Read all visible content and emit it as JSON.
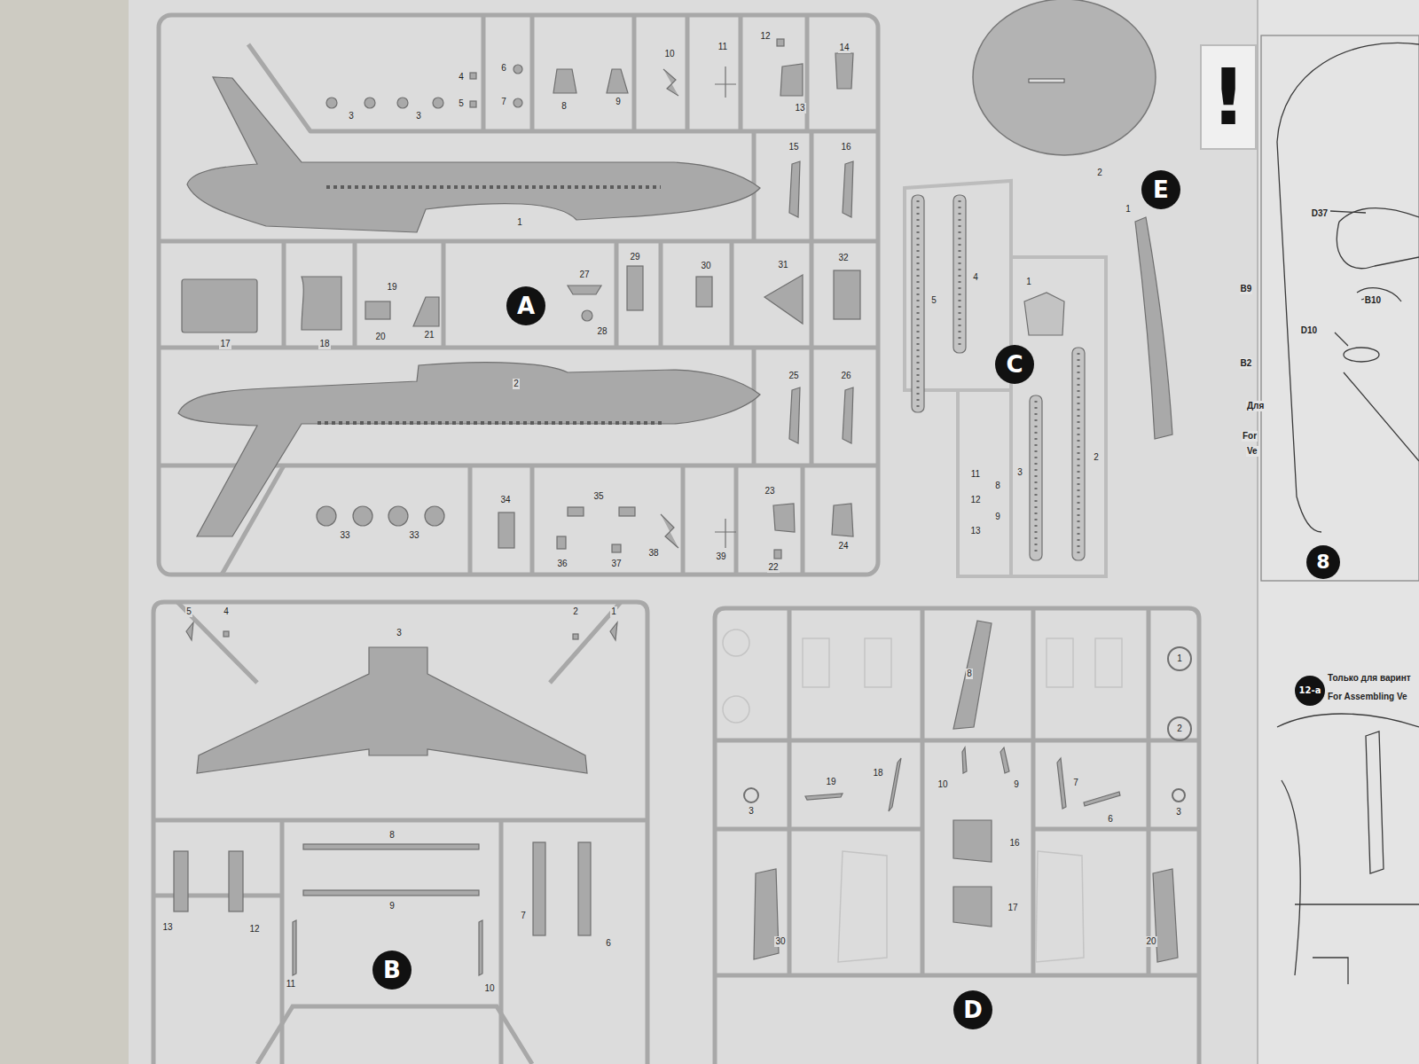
{
  "diagram": {
    "nodes": [
      {
        "text": [
          "!"
        ]
      },
      {
        "text": [
          "E"
        ]
      },
      {
        "text": [
          "A"
        ]
      },
      {
        "text": [
          "C"
        ]
      },
      {
        "text": [
          "8"
        ]
      },
      {
        "text": [
          "12-a"
        ]
      },
      {
        "text": [
          "B"
        ]
      },
      {
        "text": [
          "D"
        ]
      }
    ],
    "labels": [
      "4",
      "6",
      "3",
      "3",
      "5",
      "7",
      "8",
      "9",
      "10",
      "11",
      "12",
      "13",
      "14",
      "1",
      "15",
      "16",
      "17",
      "18",
      "19",
      "20",
      "21",
      "27",
      "28",
      "29",
      "30",
      "31",
      "32",
      "2",
      "25",
      "26",
      "33",
      "33",
      "34",
      "35",
      "36",
      "37",
      "38",
      "39",
      "23",
      "22",
      "24",
      "2",
      "1",
      "5",
      "4",
      "1",
      "3",
      "2",
      "11",
      "8",
      "12",
      "9",
      "13",
      "D37",
      "B10",
      "D10",
      "B9",
      "B2",
      "Для",
      "For",
      "Ve",
      "Только для варинт",
      "For Assembling Ve",
      "5",
      "4",
      "3",
      "2",
      "1",
      "8",
      "9",
      "13",
      "12",
      "7",
      "6",
      "11",
      "10",
      "8",
      "1",
      "2",
      "19",
      "18",
      "10",
      "9",
      "7",
      "6",
      "3",
      "3",
      "16",
      "17",
      "30",
      "20"
    ]
  }
}
